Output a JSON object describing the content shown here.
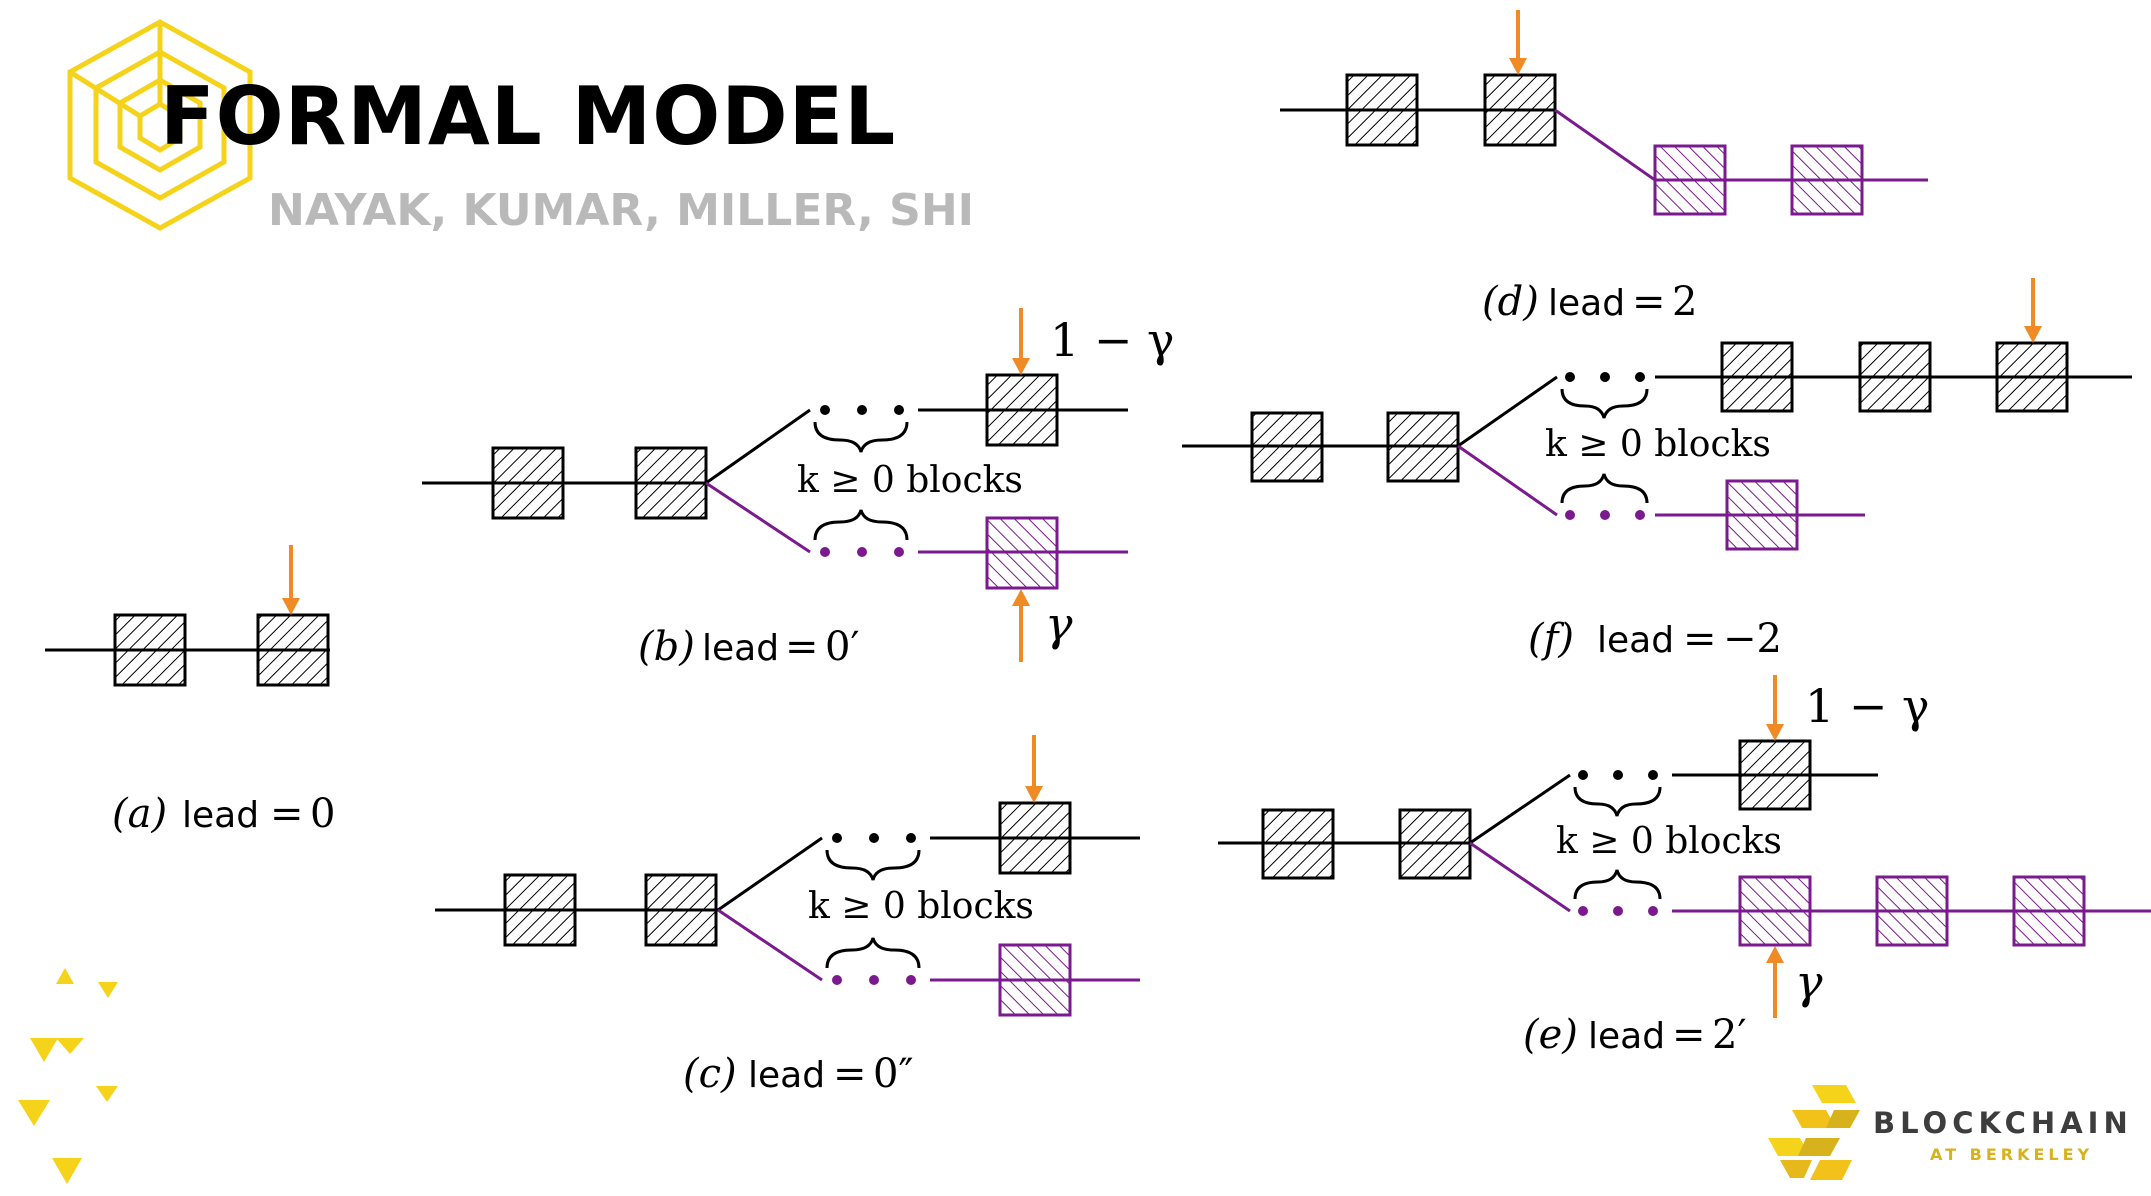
{
  "slide": {
    "title": "FORMAL MODEL",
    "authors": "NAYAK, KUMAR, MILLER, SHI"
  },
  "brand": {
    "name": "BLOCKCHAIN",
    "subtitle": "AT BERKELEY"
  },
  "colors": {
    "honest_chain": "#000000",
    "selfish_chain": "#7a1a8e",
    "arrow": "#f08a24",
    "logo_yellow": "#f5d31a",
    "brand_gold": "#d8b21d",
    "subtitle_gray": "#b9b9b9"
  },
  "icons": {
    "top_left": "hexagon-logo-icon",
    "bottom_left": "triangle-scatter-icon",
    "bottom_right": "blockchain-at-berkeley-logo-icon"
  },
  "panels": {
    "a": {
      "letter": "a",
      "lead_word": "lead",
      "value": "0"
    },
    "b": {
      "letter": "b",
      "lead_word": "lead",
      "value": "0′",
      "blocks_text": "k ≥ 0 blocks",
      "top_prob": "1 − γ",
      "bottom_prob": "γ"
    },
    "c": {
      "letter": "c",
      "lead_word": "lead",
      "value": "0″",
      "blocks_text": "k ≥ 0 blocks"
    },
    "d": {
      "letter": "d",
      "lead_word": "lead",
      "value": "2"
    },
    "e": {
      "letter": "e",
      "lead_word": "lead",
      "value": "2′",
      "blocks_text": "k ≥ 0 blocks",
      "top_prob": "1 − γ",
      "bottom_prob": "γ"
    },
    "f": {
      "letter": "f",
      "lead_word": "lead",
      "value": "−2",
      "blocks_text": "k ≥ 0 blocks"
    }
  }
}
